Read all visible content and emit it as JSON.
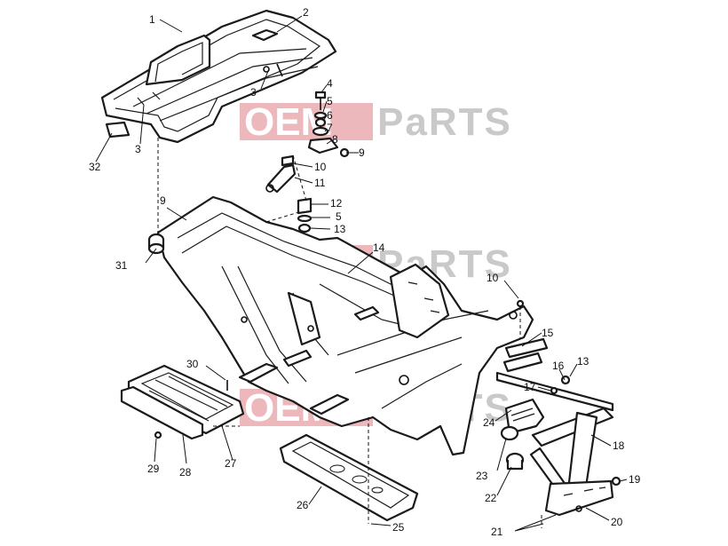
{
  "watermark": {
    "left_text": "OEM",
    "right_text": "PaRTS",
    "color_pink": "#e6a0a6",
    "color_gray": "#c9c9c9"
  },
  "callouts": [
    {
      "id": "c1",
      "label": "1"
    },
    {
      "id": "c2",
      "label": "2"
    },
    {
      "id": "c3a",
      "label": "3"
    },
    {
      "id": "c3b",
      "label": "3"
    },
    {
      "id": "c4",
      "label": "4"
    },
    {
      "id": "c5a",
      "label": "5"
    },
    {
      "id": "c6",
      "label": "6"
    },
    {
      "id": "c7",
      "label": "7"
    },
    {
      "id": "c8",
      "label": "8"
    },
    {
      "id": "c9a",
      "label": "9"
    },
    {
      "id": "c10a",
      "label": "10"
    },
    {
      "id": "c11",
      "label": "11"
    },
    {
      "id": "c9b",
      "label": "9"
    },
    {
      "id": "c12",
      "label": "12"
    },
    {
      "id": "c5b",
      "label": "5"
    },
    {
      "id": "c13a",
      "label": "13"
    },
    {
      "id": "c31",
      "label": "31"
    },
    {
      "id": "c32",
      "label": "32"
    },
    {
      "id": "c14",
      "label": "14"
    },
    {
      "id": "c10b",
      "label": "10"
    },
    {
      "id": "c15",
      "label": "15"
    },
    {
      "id": "c16",
      "label": "16"
    },
    {
      "id": "c13b",
      "label": "13"
    },
    {
      "id": "c17",
      "label": "17"
    },
    {
      "id": "c24",
      "label": "24"
    },
    {
      "id": "c18",
      "label": "18"
    },
    {
      "id": "c19",
      "label": "19"
    },
    {
      "id": "c20",
      "label": "20"
    },
    {
      "id": "c21",
      "label": "21"
    },
    {
      "id": "c22",
      "label": "22"
    },
    {
      "id": "c23",
      "label": "23"
    },
    {
      "id": "c25",
      "label": "25"
    },
    {
      "id": "c26",
      "label": "26"
    },
    {
      "id": "c27",
      "label": "27"
    },
    {
      "id": "c28",
      "label": "28"
    },
    {
      "id": "c29",
      "label": "29"
    },
    {
      "id": "c30",
      "label": "30"
    }
  ]
}
